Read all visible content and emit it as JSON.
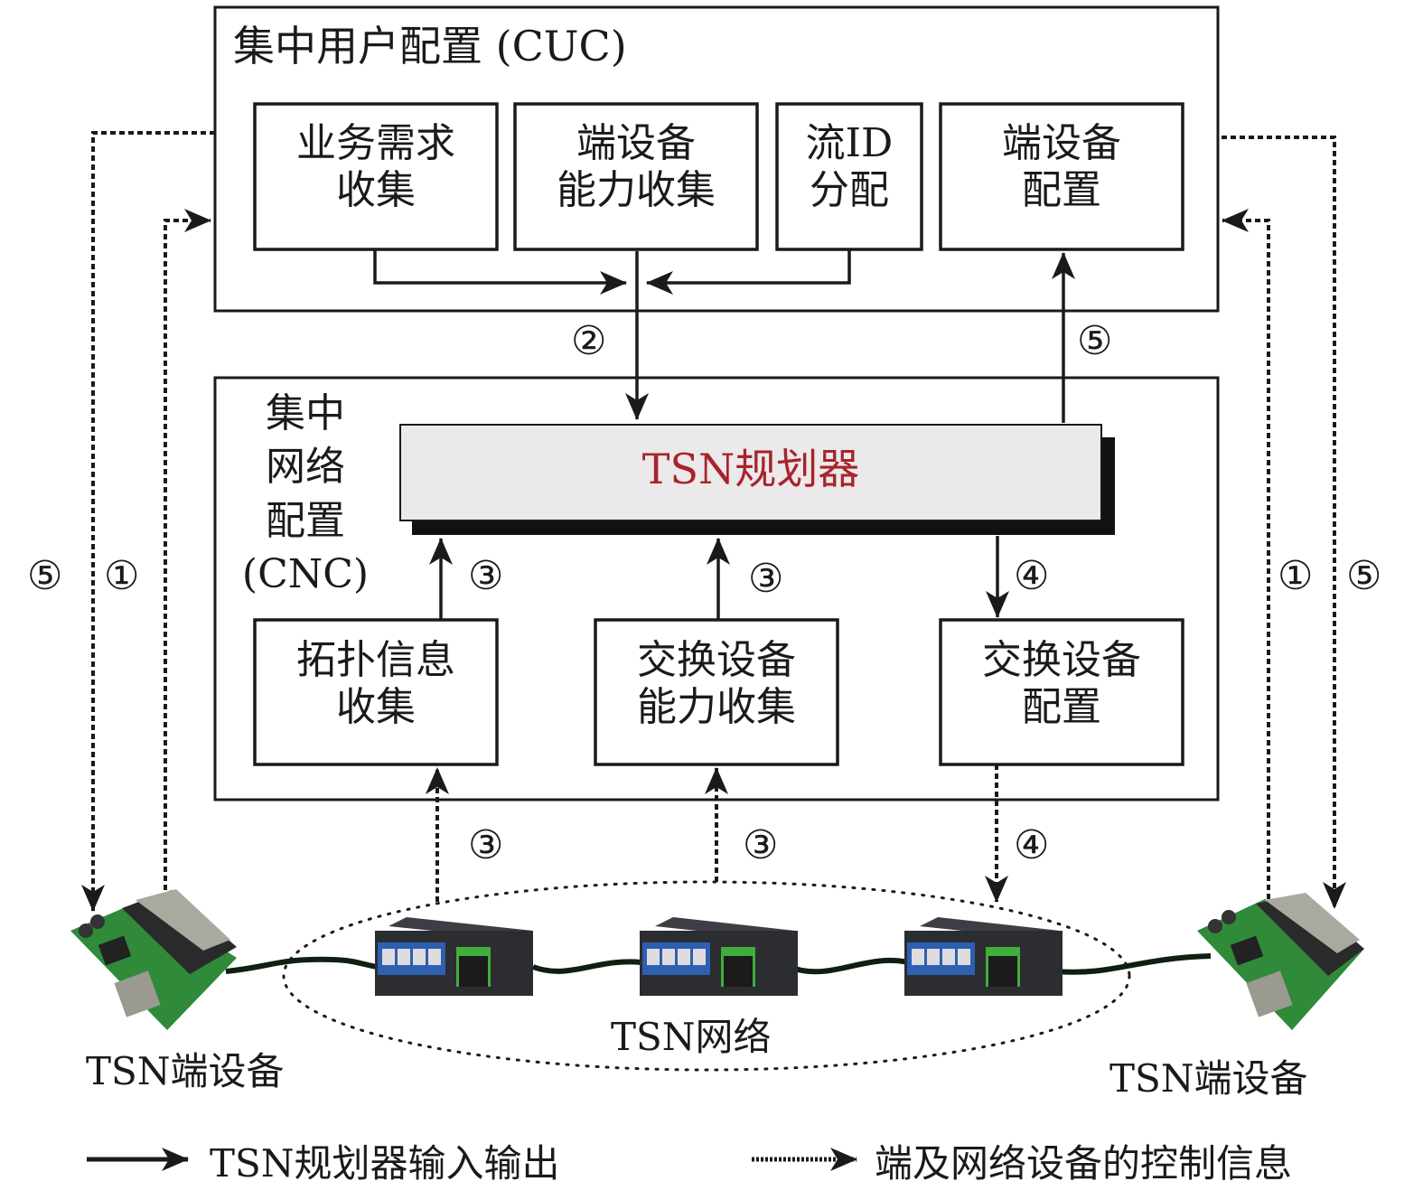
{
  "cuc": {
    "title": "集中用户配置 (CUC)",
    "boxes": [
      {
        "line1": "业务需求",
        "line2": "收集"
      },
      {
        "line1": "端设备",
        "line2": "能力收集"
      },
      {
        "line1": "流ID",
        "line2": "分配"
      },
      {
        "line1": "端设备",
        "line2": "配置"
      }
    ]
  },
  "cnc": {
    "title_lines": [
      "集中",
      "网络",
      "配置",
      "(CNC)"
    ],
    "planner": "TSN规划器",
    "boxes": [
      {
        "line1": "拓扑信息",
        "line2": "收集"
      },
      {
        "line1": "交换设备",
        "line2": "能力收集"
      },
      {
        "line1": "交换设备",
        "line2": "配置"
      }
    ]
  },
  "steps": {
    "s1": "①",
    "s2": "②",
    "s3": "③",
    "s4": "④",
    "s5": "⑤"
  },
  "network": {
    "label": "TSN网络",
    "end_device_left": "TSN端设备",
    "end_device_right": "TSN端设备"
  },
  "legend": {
    "solid": "TSN规划器输入输出",
    "dotted": "端及网络设备的控制信息"
  },
  "colors": {
    "planner_text": "#a8232b",
    "planner_fill": "#ebe9e9",
    "pcb_green": "#2f8a3a",
    "switch_body": "#2b2d31",
    "port_blue": "#2e5fb0"
  }
}
